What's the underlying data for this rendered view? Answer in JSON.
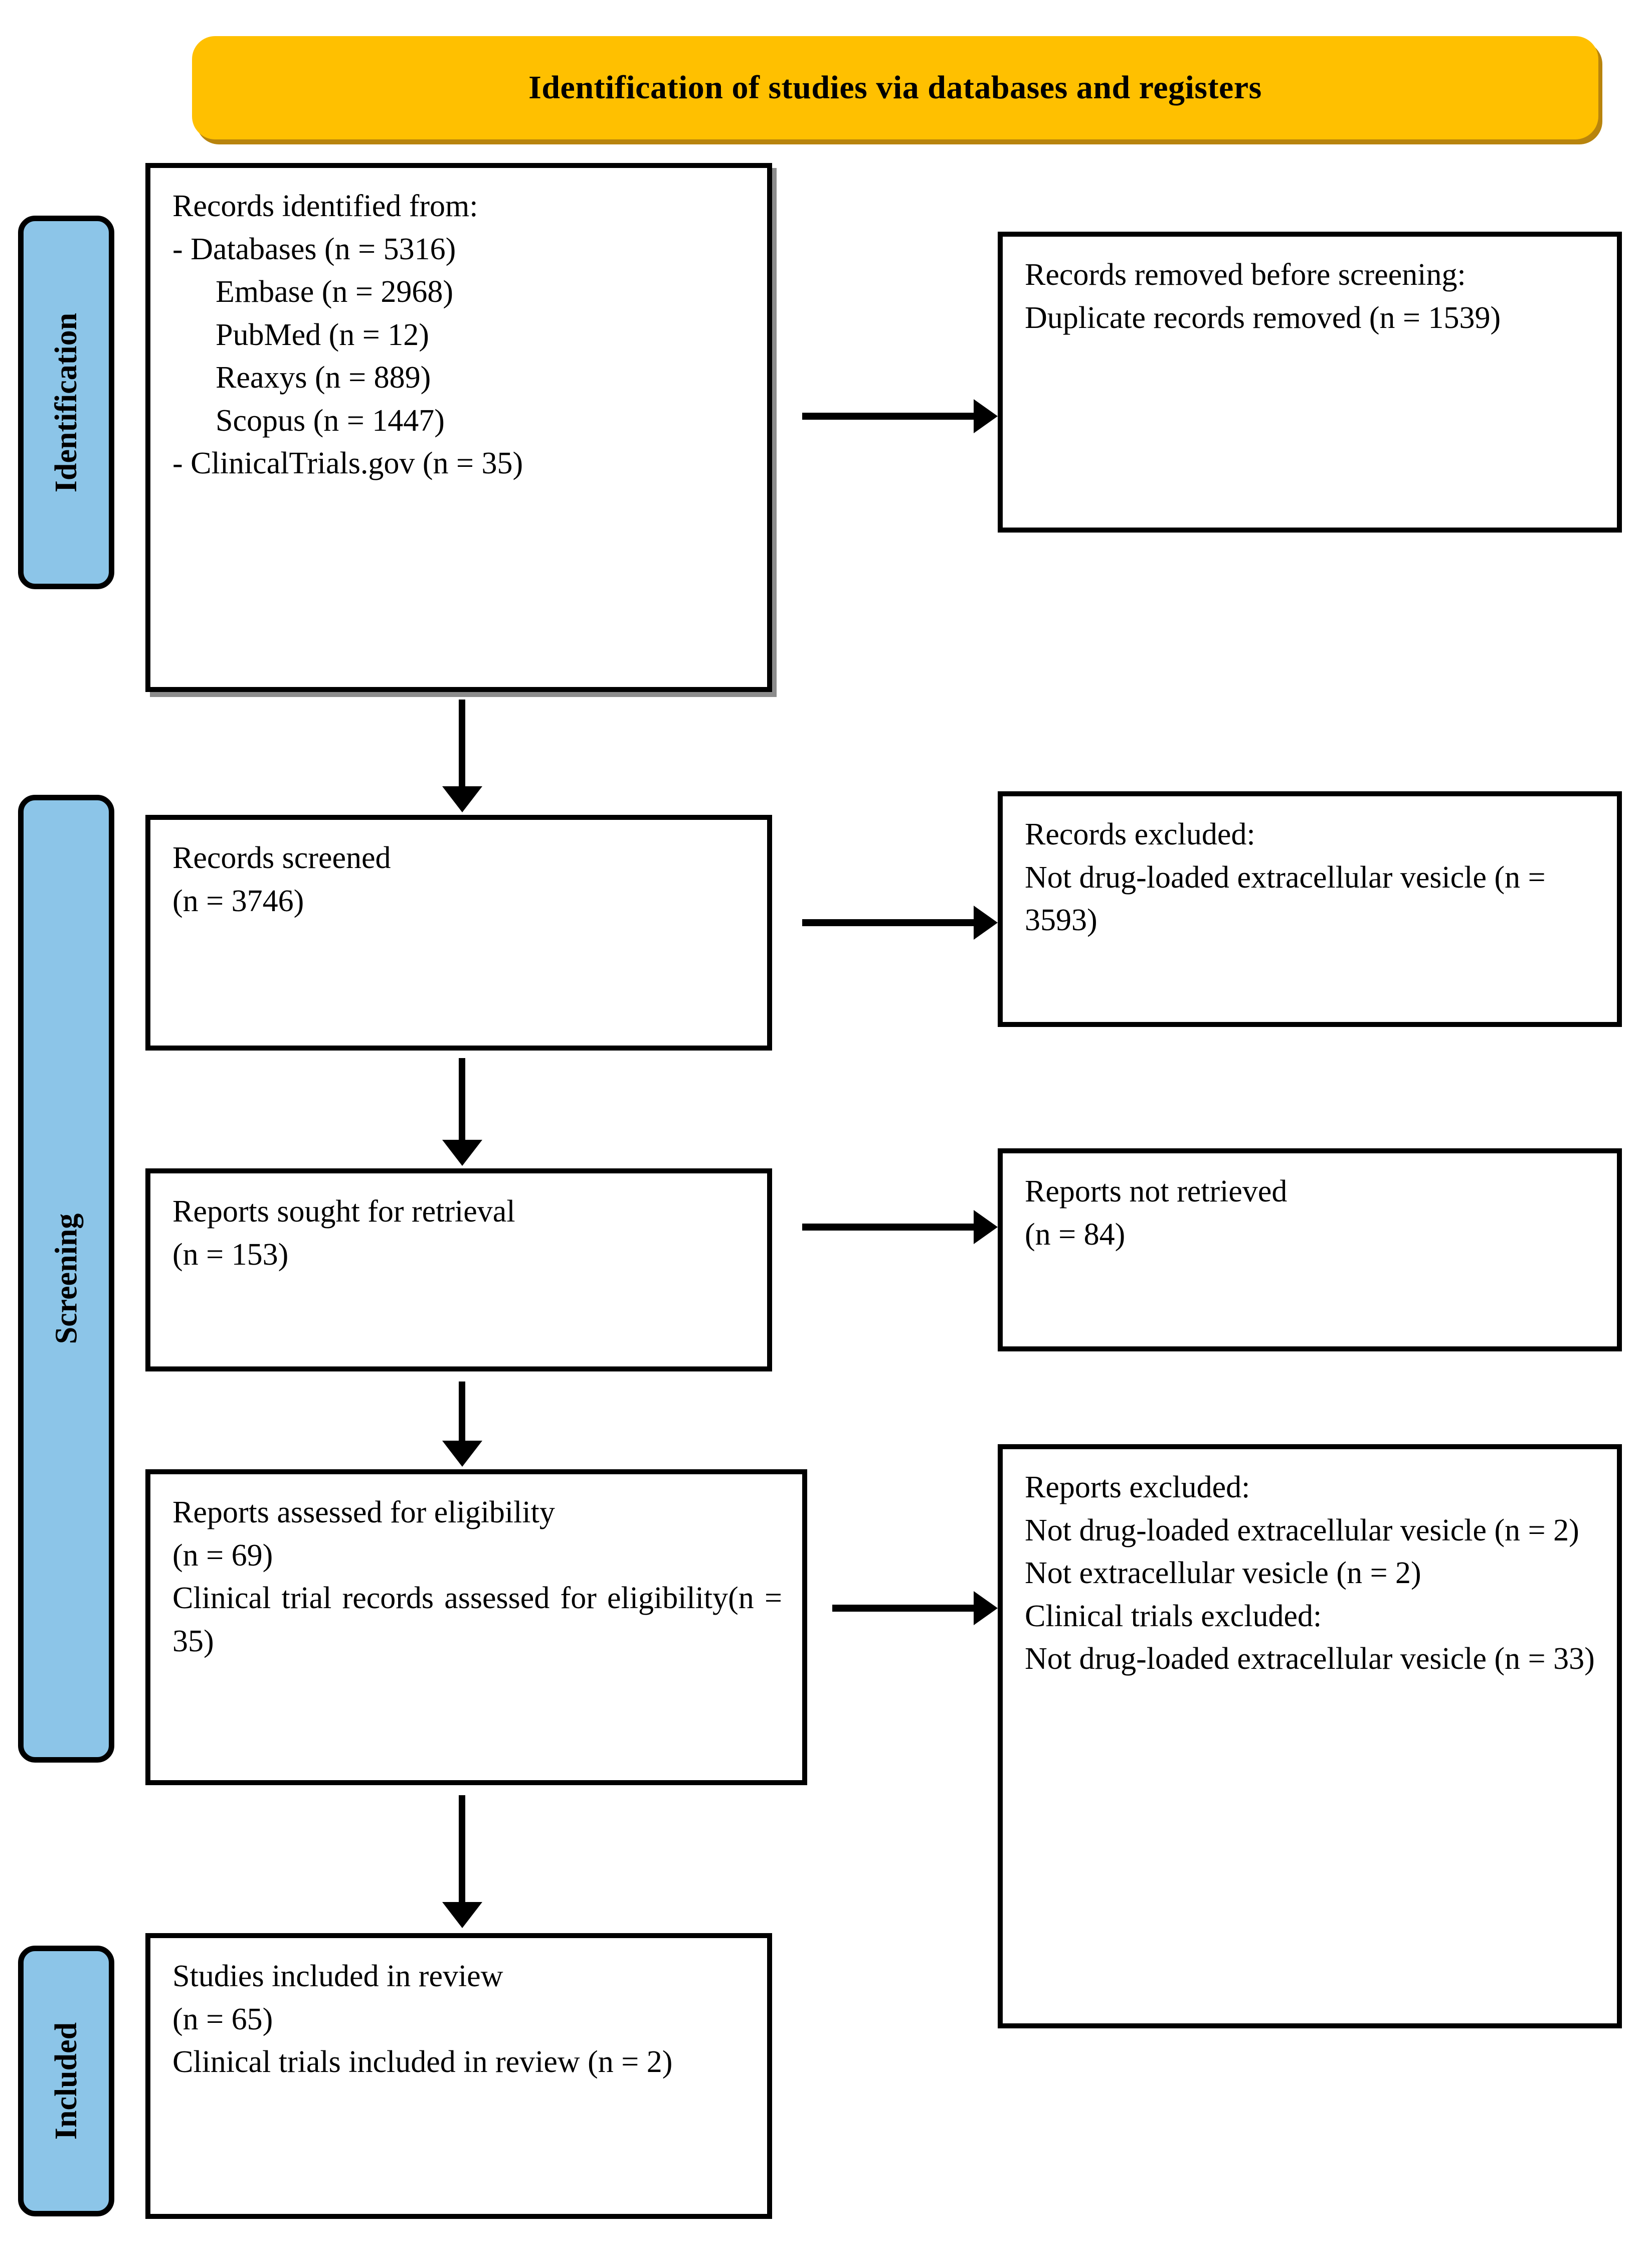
{
  "header": {
    "title": "Identification of studies via databases and registers",
    "background_color": "#FFC000"
  },
  "stage_bars": {
    "background_color": "#8CC5E8",
    "items": [
      {
        "label": "Identification"
      },
      {
        "label": "Screening"
      },
      {
        "label": "Included"
      }
    ]
  },
  "boxes": {
    "identified": {
      "title": "Records identified from:",
      "databases_line": "- Databases (n = 5316)",
      "sources": [
        "Embase (n = 2968)",
        "PubMed (n = 12)",
        "Reaxys (n = 889)",
        "Scopus (n = 1447)"
      ],
      "registers_line": "- ClinicalTrials.gov (n = 35)"
    },
    "removed": {
      "line1": "Records removed before screening:",
      "line2": "Duplicate records removed (n = 1539)"
    },
    "screened": {
      "line1": "Records screened",
      "line2": "(n = 3746)"
    },
    "records_excluded": {
      "line1": "Records excluded:",
      "line2": "Not drug-loaded extracellular vesicle (n = 3593)"
    },
    "sought": {
      "line1": "Reports sought for retrieval",
      "line2": "(n = 153)"
    },
    "not_retrieved": {
      "line1": "Reports not retrieved",
      "line2": "(n = 84)"
    },
    "assessed": {
      "line1": "Reports assessed for eligibility",
      "line2": "(n = 69)",
      "line3": "Clinical trial records assessed for eligibility(n = 35)"
    },
    "reports_excluded": {
      "line1": "Reports excluded:",
      "line2": "Not drug-loaded extracellular vesicle (n = 2)",
      "line3": "Not extracellular vesicle (n = 2)",
      "line4": "Clinical trials excluded:",
      "line5": "Not drug-loaded extracellular vesicle (n = 33)"
    },
    "included": {
      "line1": "Studies included in review",
      "line2": "(n = 65)",
      "line3": "Clinical trials included in review (n = 2)"
    }
  }
}
